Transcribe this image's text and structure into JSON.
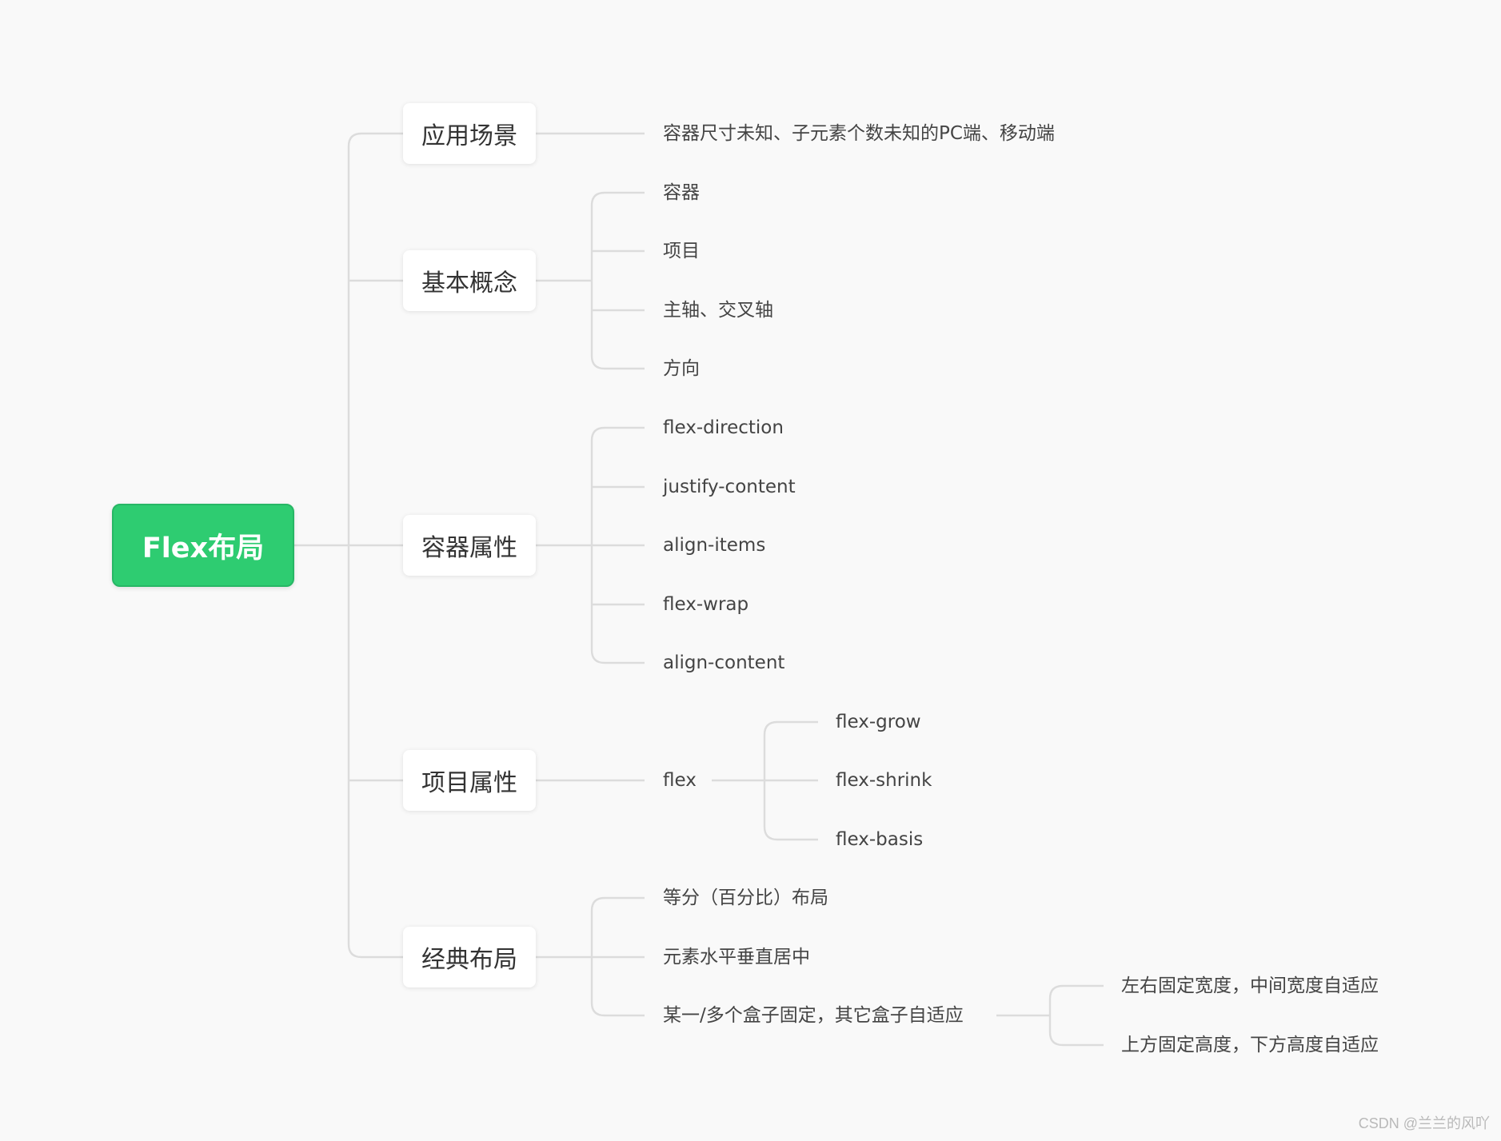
{
  "root": {
    "label": "Flex布局"
  },
  "branches": [
    {
      "label": "应用场景",
      "children": [
        {
          "label": "容器尺寸未知、子元素个数未知的PC端、移动端"
        }
      ]
    },
    {
      "label": "基本概念",
      "children": [
        {
          "label": "容器"
        },
        {
          "label": "项目"
        },
        {
          "label": "主轴、交叉轴"
        },
        {
          "label": "方向"
        }
      ]
    },
    {
      "label": "容器属性",
      "children": [
        {
          "label": "flex-direction"
        },
        {
          "label": "justify-content"
        },
        {
          "label": "align-items"
        },
        {
          "label": "flex-wrap"
        },
        {
          "label": "align-content"
        }
      ]
    },
    {
      "label": "项目属性",
      "children": [
        {
          "label": "flex",
          "children": [
            {
              "label": "flex-grow"
            },
            {
              "label": "flex-shrink"
            },
            {
              "label": "flex-basis"
            }
          ]
        }
      ]
    },
    {
      "label": "经典布局",
      "children": [
        {
          "label": "等分（百分比）布局"
        },
        {
          "label": "元素水平垂直居中"
        },
        {
          "label": "某一/多个盒子固定，其它盒子自适应",
          "children": [
            {
              "label": "左右固定宽度，中间宽度自适应"
            },
            {
              "label": "上方固定高度，下方高度自适应"
            }
          ]
        }
      ]
    }
  ],
  "watermark": "CSDN @兰兰的风吖",
  "colors": {
    "root_fill": "#2ecc71",
    "connector": "#dcdcdc",
    "background": "#f9f9f9"
  }
}
